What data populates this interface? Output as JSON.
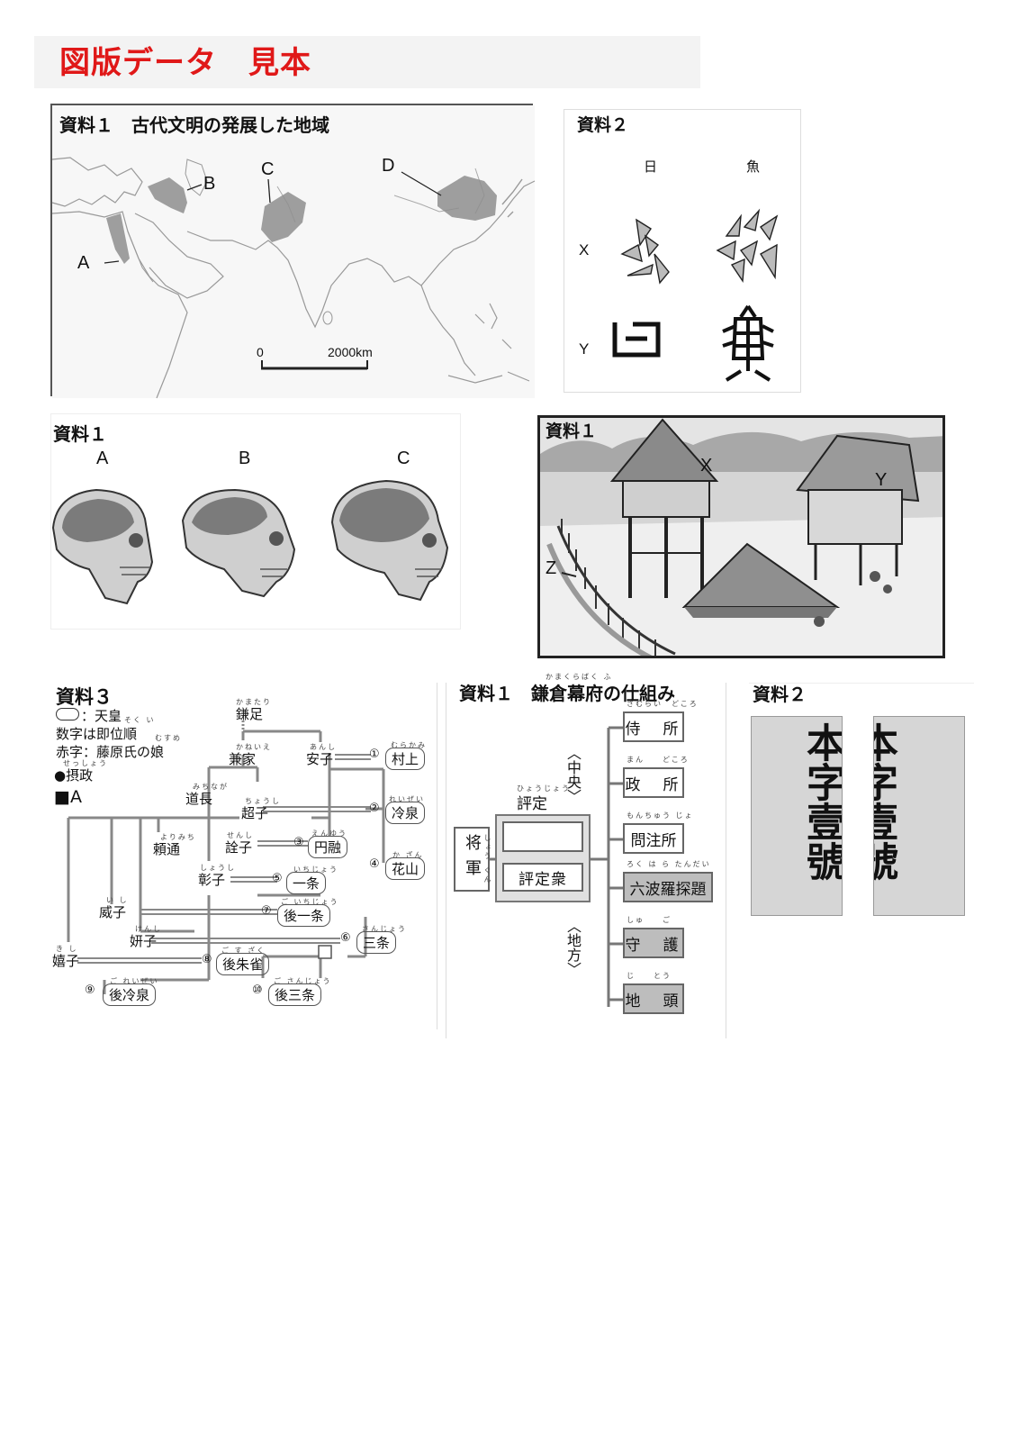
{
  "header": {
    "title": "図版データ　見本"
  },
  "map_panel": {
    "title": "資料１　古代文明の発展した地域",
    "labels": {
      "a": "A",
      "b": "B",
      "c": "C",
      "d": "D"
    },
    "scale_zero": "0",
    "scale_distance": "2000km"
  },
  "chars_panel": {
    "title": "資料２",
    "col1": "日",
    "col2": "魚",
    "row_x": "X",
    "row_y": "Y"
  },
  "skulls_panel": {
    "title": "資料１",
    "labels": [
      "A",
      "B",
      "C"
    ]
  },
  "village_panel": {
    "title": "資料１",
    "labels": {
      "x": "X",
      "y": "Y",
      "z": "Z"
    }
  },
  "genealogy_panel": {
    "title": "資料３",
    "legend": {
      "emperor": "：天皇",
      "number": "数字は即位順",
      "red": "赤字：藤原氏の娘",
      "regent": "●摂政",
      "a": "■A"
    },
    "rubies": {
      "kamatari": "かまたり",
      "kaneie": "かねいえ",
      "anshi": "あんし",
      "michinaga": "みちなが",
      "choushi": "ちょうし",
      "senshi": "せんし",
      "yorimichi": "よりみち",
      "shoushi": "しょうし",
      "ishi": "い し",
      "kenshi": "けんし",
      "kishi": "き し",
      "murakami": "むらかみ",
      "reizei": "れいぜい",
      "enyu": "えんゆう",
      "kazan": "か ざん",
      "ichijo": "いちじょう",
      "goichijo": "ご いちじょう",
      "sanjo": "さんじょう",
      "gosuzaku": "ご す ざく",
      "goreizei": "ご れいぜい",
      "gosanjo": "ご さんじょう",
      "sokui": "そく い",
      "musume": "むすめ",
      "sessho": "せっしょう"
    },
    "persons": {
      "kamatari": "鎌足",
      "kaneie": "兼家",
      "anshi": "安子",
      "michinaga": "道長",
      "choushi": "超子",
      "senshi": "詮子",
      "yorimichi": "頼通",
      "shoushi": "彰子",
      "ishi": "威子",
      "kenshi": "妍子",
      "kishi": "嬉子"
    },
    "emperors": [
      {
        "num": "①",
        "name": "村上"
      },
      {
        "num": "②",
        "name": "冷泉"
      },
      {
        "num": "③",
        "name": "円融"
      },
      {
        "num": "④",
        "name": "花山"
      },
      {
        "num": "⑤",
        "name": "一条"
      },
      {
        "num": "⑥",
        "name": "三条"
      },
      {
        "num": "⑦",
        "name": "後一条"
      },
      {
        "num": "⑧",
        "name": "後朱雀"
      },
      {
        "num": "⑨",
        "name": "後冷泉"
      },
      {
        "num": "⑩",
        "name": "後三条"
      }
    ]
  },
  "kamakura_panel": {
    "title": "資料１　鎌倉幕府の仕組み",
    "title_ruby": "かまくらばく ふ",
    "shogun": "将軍",
    "shogun_ruby": {
      "sho": "しょう",
      "gun": "ぐん"
    },
    "hyojo": "評定",
    "hyojo_ruby": "ひょうじょう",
    "hyojoshu": "評定衆",
    "central": "〈中央〉",
    "local": "〈地方〉",
    "offices": [
      {
        "name": "侍　所",
        "ruby": "さむらい　どころ",
        "shaded": false
      },
      {
        "name": "政　所",
        "ruby": "まん　　どころ",
        "shaded": false
      },
      {
        "name": "問注所",
        "ruby": "もんちゅう じょ",
        "shaded": false
      },
      {
        "name": "六波羅探題",
        "ruby": "ろく は ら たんだい",
        "shaded": true
      },
      {
        "name": "守　護",
        "ruby": "しゅ　　ご",
        "shaded": true
      },
      {
        "name": "地　頭",
        "ruby": "じ　　とう",
        "shaded": true
      }
    ]
  },
  "seals_panel": {
    "title": "資料２",
    "left": "本字壹號",
    "right": "本字壹號"
  }
}
